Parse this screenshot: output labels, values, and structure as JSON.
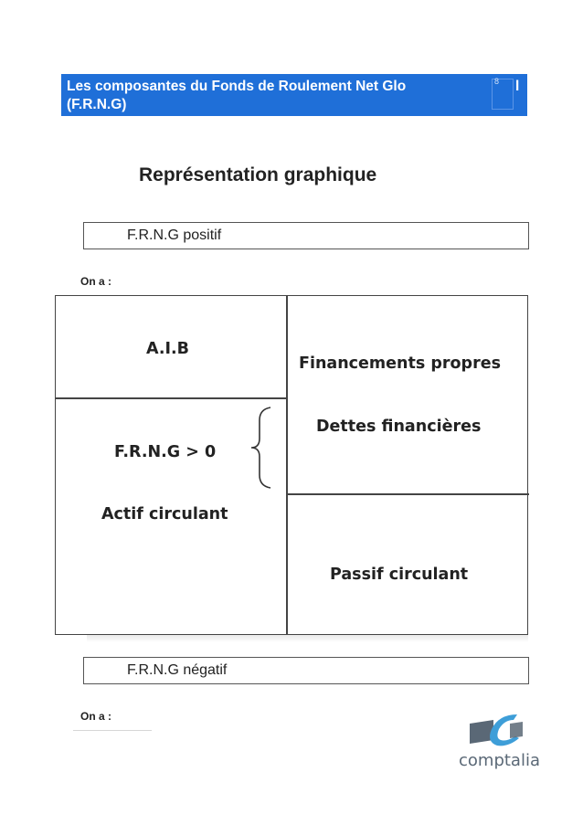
{
  "header": {
    "title_line1": "Les composantes du Fonds de Roulement Net Glo",
    "title_tail": "l",
    "title_line2": "(F.R.N.G)",
    "page_number": "8"
  },
  "section": {
    "title": "Représentation graphique"
  },
  "subsections": [
    {
      "label": "F.R.N.G positif",
      "intro": "On a :"
    },
    {
      "label": "F.R.N.G négatif",
      "intro": "On a :"
    }
  ],
  "diagram": {
    "aib": "A.I.B",
    "frng": "F.R.N.G > 0",
    "actif_circulant": "Actif circulant",
    "financements_propres": "Financements propres",
    "dettes_financieres": "Dettes financières",
    "passif_circulant": "Passif circulant"
  },
  "logo": {
    "text": "comptalia"
  }
}
